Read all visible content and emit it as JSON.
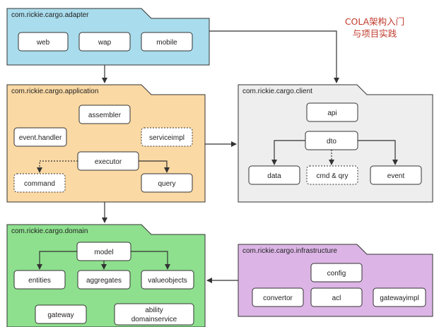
{
  "brand": {
    "line1": "COLA架构入门",
    "line2": "与项目实践",
    "color": "#c0392b"
  },
  "packages": {
    "adapter": {
      "title": "com.rickie.cargo.adapter",
      "fill": "#a9dcec",
      "components": {
        "web": "web",
        "wap": "wap",
        "mobile": "mobile"
      }
    },
    "application": {
      "title": "com.rickie.cargo.application",
      "fill": "#fbd9a4",
      "components": {
        "assembler": "assembler",
        "event_handler": "event.handler",
        "serviceimpl": "serviceimpl",
        "executor": "executor",
        "command": "command",
        "query": "query"
      }
    },
    "client": {
      "title": "com.rickie.cargo.client",
      "fill": "#eeeeee",
      "components": {
        "api": "api",
        "dto": "dto",
        "data": "data",
        "cmd_qry": "cmd & qry",
        "event": "event"
      }
    },
    "domain": {
      "title": "com.rickie.cargo.domain",
      "fill": "#8ee08e",
      "components": {
        "model": "model",
        "entities": "entities",
        "aggregates": "aggregates",
        "valueobjects": "valueobjects",
        "gateway": "gateway",
        "ability_line1": "ability",
        "ability_line2": "domainservice"
      }
    },
    "infrastructure": {
      "title": "com.rickie.cargo.infrastructure",
      "fill": "#dcb5e6",
      "components": {
        "config": "config",
        "convertor": "convertor",
        "acl": "acl",
        "gatewayimpl": "gatewayimpl"
      }
    }
  }
}
